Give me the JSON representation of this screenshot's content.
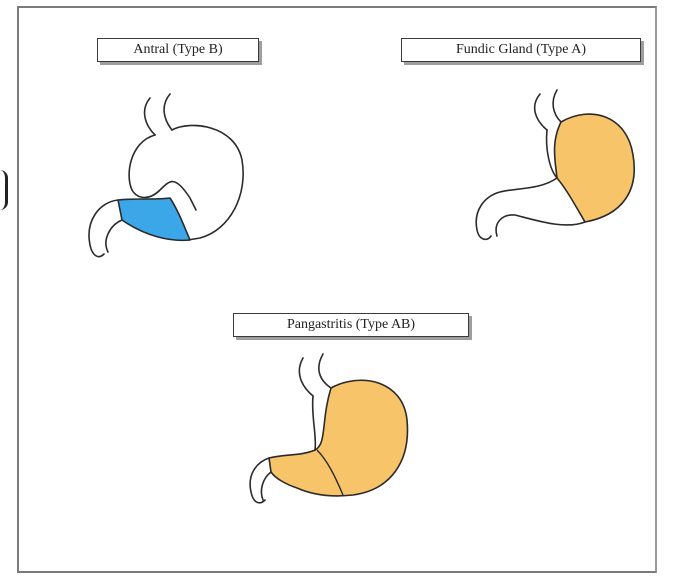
{
  "labels": {
    "antral": "Antral (Type B)",
    "fundic": "Fundic Gland (Type A)",
    "pangastritis": "Pangastritis (Type AB)"
  },
  "colors": {
    "antral_highlight": "#3ba7e8",
    "fundic_highlight": "#f7c46a",
    "outline": "#2b2b2b",
    "background": "#ffffff"
  }
}
